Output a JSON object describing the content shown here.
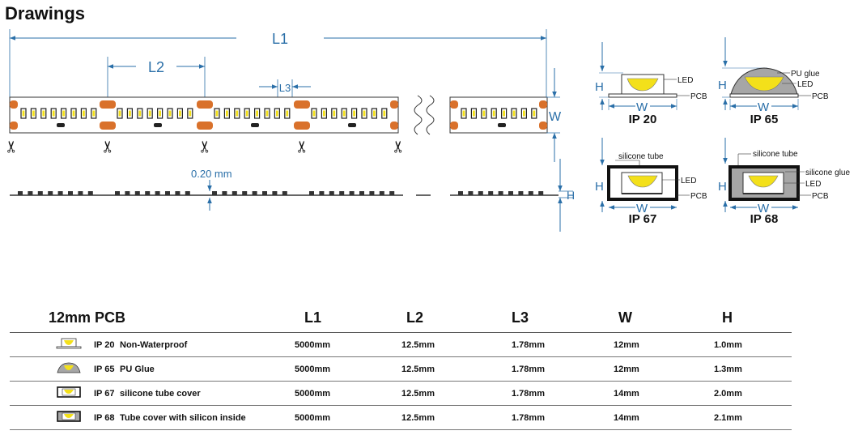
{
  "heading": "Drawings",
  "dimensions": {
    "l1": "L1",
    "l2": "L2",
    "l3": "L3",
    "w": "W",
    "h": "H",
    "thickness": "0.20 mm"
  },
  "ip_diagrams": [
    {
      "name": "IP 20",
      "labels": [
        "LED",
        "PCB"
      ],
      "h": "H",
      "w": "W"
    },
    {
      "name": "IP 65",
      "labels": [
        "PU glue",
        "LED",
        "PCB"
      ],
      "h": "H",
      "w": "W"
    },
    {
      "name": "IP 67",
      "labels": [
        "silicone tube",
        "LED",
        "PCB"
      ],
      "h": "H",
      "w": "W"
    },
    {
      "name": "IP 68",
      "labels": [
        "silicone tube",
        "silicone glue",
        "LED",
        "PCB"
      ],
      "h": "H",
      "w": "W"
    }
  ],
  "table": {
    "header": [
      "12mm PCB",
      "L1",
      "L2",
      "L3",
      "W",
      "H"
    ],
    "rows": [
      {
        "icon": "ip20-profile-icon",
        "code": "IP 20",
        "desc": "Non-Waterproof",
        "l1": "5000mm",
        "l2": "12.5mm",
        "l3": "1.78mm",
        "w": "12mm",
        "h": "1.0mm"
      },
      {
        "icon": "ip65-profile-icon",
        "code": "IP 65",
        "desc": "PU Glue",
        "l1": "5000mm",
        "l2": "12.5mm",
        "l3": "1.78mm",
        "w": "12mm",
        "h": "1.3mm"
      },
      {
        "icon": "ip67-profile-icon",
        "code": "IP 67",
        "desc": "silicone tube cover",
        "l1": "5000mm",
        "l2": "12.5mm",
        "l3": "1.78mm",
        "w": "14mm",
        "h": "2.0mm"
      },
      {
        "icon": "ip68-profile-icon",
        "code": "IP 68",
        "desc": "Tube cover with silicon inside",
        "l1": "5000mm",
        "l2": "12.5mm",
        "l3": "1.78mm",
        "w": "14mm",
        "h": "2.1mm"
      }
    ]
  },
  "colors": {
    "dimension": "#2a6fa8",
    "led": "#f3e01a",
    "pad": "#d9712b",
    "pu_glue": "#a6a6a6",
    "tube": "#111111"
  }
}
